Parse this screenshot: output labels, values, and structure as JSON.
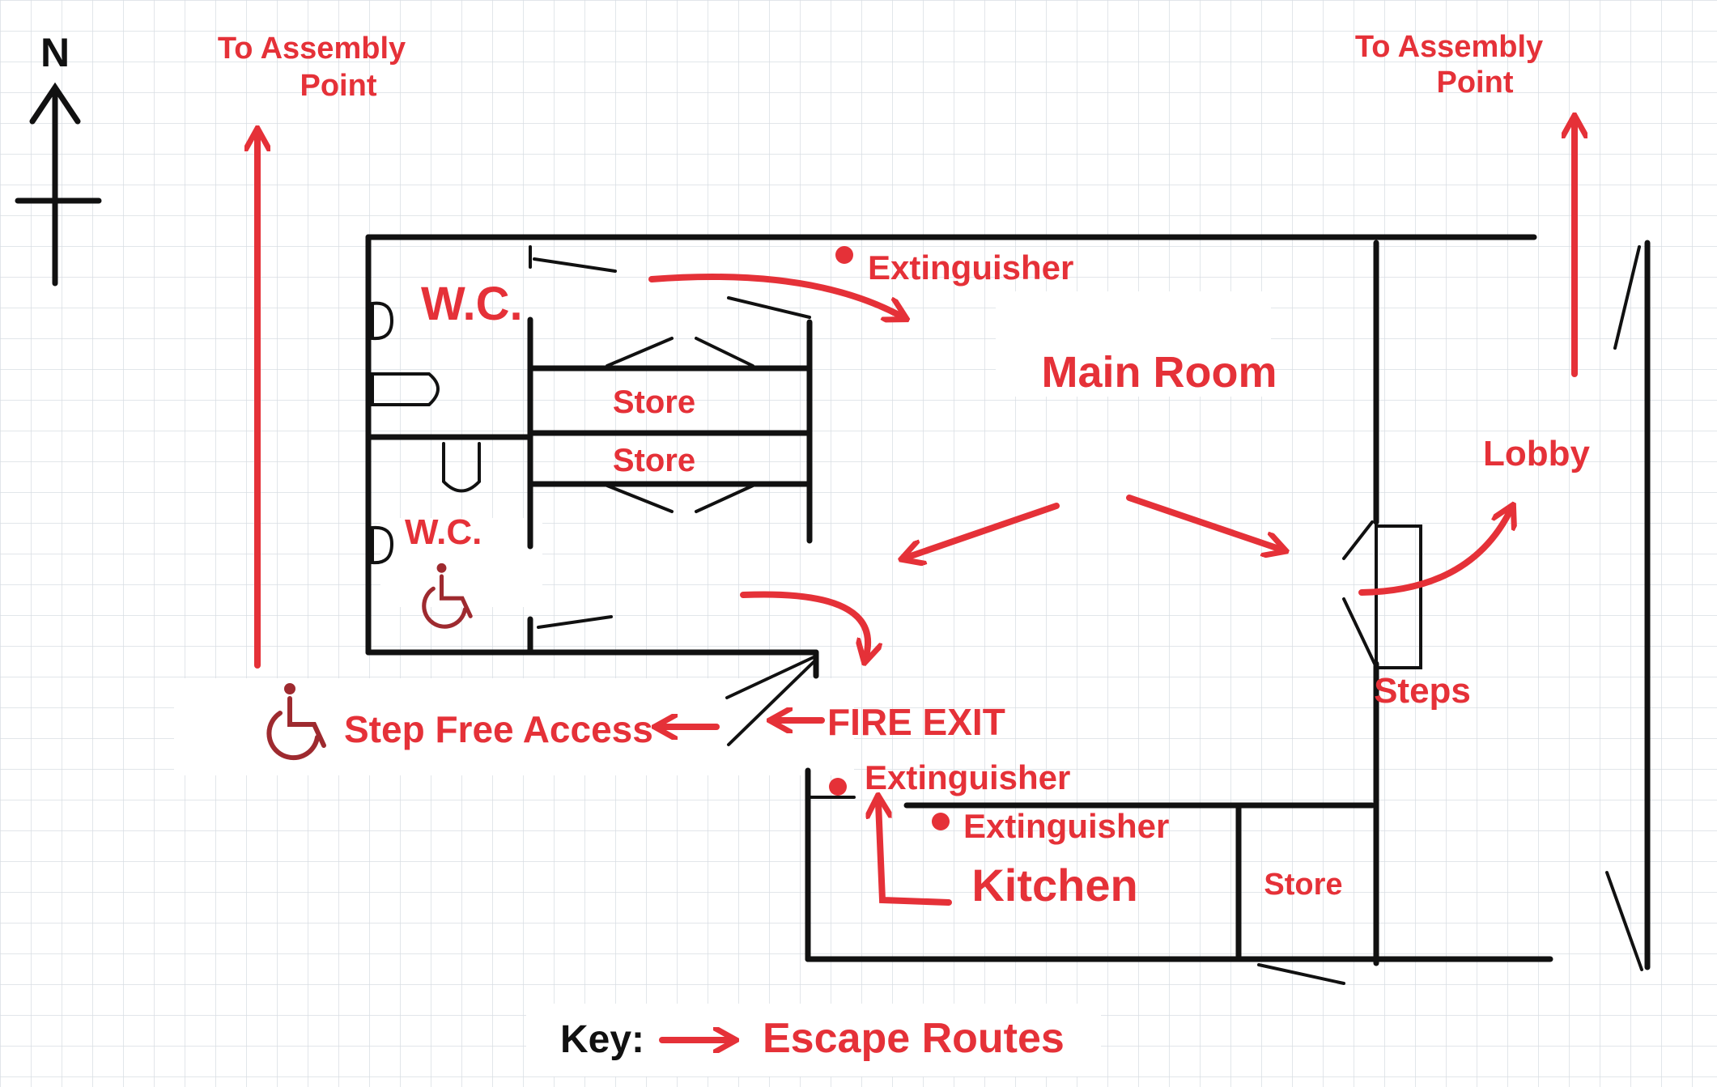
{
  "compass": {
    "north_label": "N"
  },
  "labels": {
    "assembly_left": [
      "To Assembly",
      "Point"
    ],
    "assembly_right": [
      "To Assembly",
      "Point"
    ],
    "wc_top": "W.C.",
    "wc_bottom": "W.C.",
    "store_top": "Store",
    "store_bottom": "Store",
    "extinguisher_top": "Extinguisher",
    "main_room": "Main Room",
    "lobby": "Lobby",
    "steps": "Steps",
    "fire_exit": "FIRE EXIT",
    "step_free_access": "Step Free Access",
    "extinguisher_kitchen_left": "Extinguisher",
    "extinguisher_kitchen": "Extinguisher",
    "kitchen": "Kitchen",
    "store_kitchen": "Store"
  },
  "key": {
    "title": "Key:",
    "escape_routes": "Escape Routes"
  },
  "icons": [
    "north-arrow-icon",
    "wheelchair-icon",
    "fire-extinguisher-icon",
    "toilet-icon",
    "escape-route-arrow-icon"
  ],
  "colors": {
    "route_red": "#e53138",
    "wall_black": "#111111",
    "accessibility_red": "#9e2a2f",
    "grid": "#d9dde3"
  }
}
